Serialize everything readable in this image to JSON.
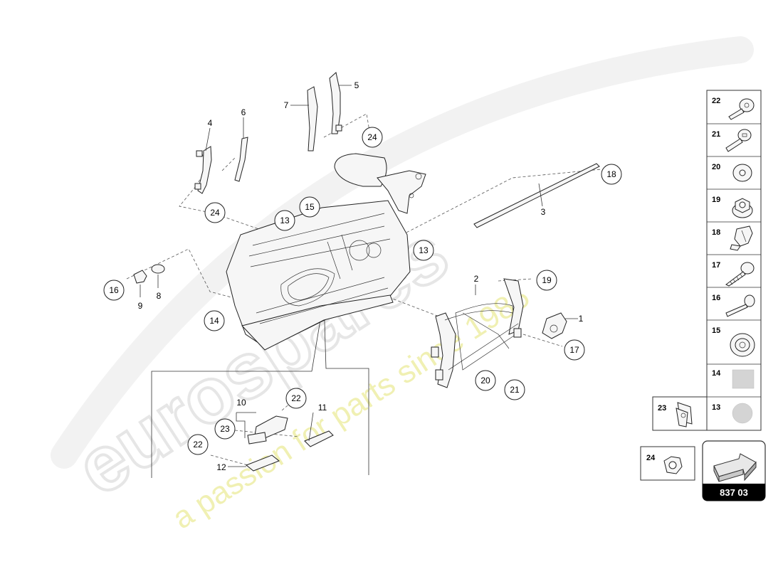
{
  "watermark": {
    "brand": "eurospares",
    "tagline": "a passion for parts since 1985"
  },
  "callouts": {
    "c24a": "24",
    "c24b": "24",
    "c13a": "13",
    "c15": "15",
    "c13b": "13",
    "c18": "18",
    "c19": "19",
    "c16": "16",
    "c14": "14",
    "c17": "17",
    "c20": "20",
    "c21": "21",
    "c22a": "22",
    "c23": "23",
    "c22b": "22"
  },
  "labels": {
    "l4": "4",
    "l6": "6",
    "l7": "7",
    "l5": "5",
    "l3": "3",
    "l2": "2",
    "l1": "1",
    "l9": "9",
    "l8": "8",
    "l10": "10",
    "l11": "11",
    "l12": "12"
  },
  "legend": [
    {
      "num": "22",
      "icon": "round-head-screw"
    },
    {
      "num": "21",
      "icon": "hex-socket-screw"
    },
    {
      "num": "20",
      "icon": "washer"
    },
    {
      "num": "19",
      "icon": "flange-nut"
    },
    {
      "num": "18",
      "icon": "plastic-clip"
    },
    {
      "num": "17",
      "icon": "self-tapping-screw"
    },
    {
      "num": "16",
      "icon": "countersunk-screw"
    },
    {
      "num": "15",
      "icon": "grommet"
    },
    {
      "num": "14",
      "icon": "square-pad"
    },
    {
      "num": "13",
      "icon": "round-pad"
    }
  ],
  "legend_extra": [
    {
      "num": "23",
      "icon": "clip-nut"
    },
    {
      "num": "24",
      "icon": "hex-nut"
    }
  ],
  "badge": {
    "code": "837 03",
    "icon": "next-page-arrow"
  }
}
